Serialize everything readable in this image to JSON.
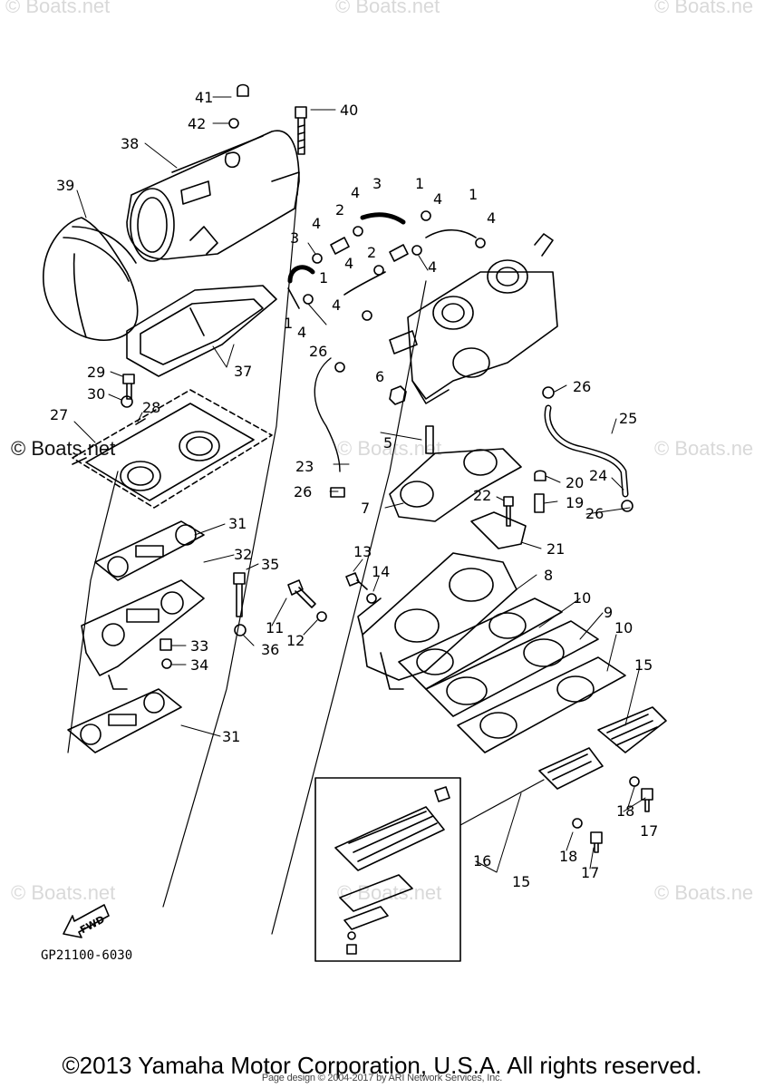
{
  "watermarks": {
    "top_left": "© Boats.net",
    "top_center": "© Boats.net",
    "top_right": "© Boats.ne",
    "mid_left": "© Boats.net",
    "mid_center": "© Boats.net",
    "mid_right": "© Boats.ne",
    "low_left": "© Boats.net",
    "low_center": "© Boats.net",
    "low_right": "© Boats.ne"
  },
  "callouts": [
    "41",
    "42",
    "40",
    "38",
    "39",
    "37",
    "29",
    "30",
    "27",
    "28",
    "31",
    "32",
    "35",
    "33",
    "34",
    "36",
    "11",
    "12",
    "13",
    "14",
    "1",
    "2",
    "3",
    "4",
    "26",
    "6",
    "5",
    "23",
    "7",
    "22",
    "19",
    "20",
    "21",
    "24",
    "25",
    "8",
    "9",
    "10",
    "15",
    "16",
    "17",
    "18"
  ],
  "diagram": {
    "part_number": "GP21100-6030",
    "fwd_label": "FWD"
  },
  "footer": {
    "copyright": "©2013 Yamaha Motor Corporation, U.S.A. All rights reserved.",
    "page_design": "Page design © 2004-2017 by ARI Network Services, Inc."
  }
}
